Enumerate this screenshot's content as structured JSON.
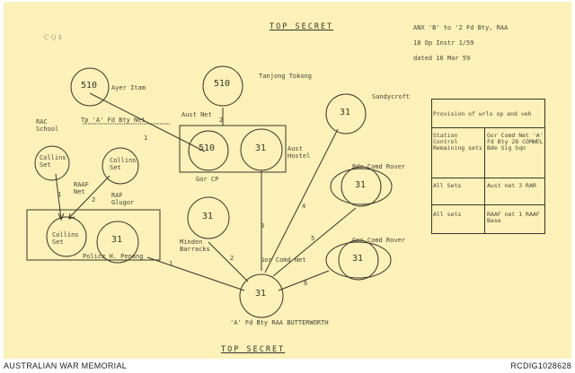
{
  "header": {
    "classification_top": "TOP SECRET",
    "ref_line1": "ANX 'B' to '2 Fd Bty, RAA",
    "ref_line2": "18 Op Instr 1/59",
    "ref_line3": "dated 16 Mar 59",
    "pencil_mark": "C Q 4"
  },
  "nodes": {
    "ayer_itam": {
      "num": "510",
      "label": "Ayer Itam"
    },
    "tanjong_tokong": {
      "num": "510",
      "label": "Tanjong Tokong"
    },
    "sandycroft": {
      "num": "31",
      "label": "Sandycroft"
    },
    "rac_school": {
      "label": "RAC\nSchool",
      "set": "Collins\nSet"
    },
    "raf_set": {
      "set": "Collins\nSet",
      "label": "RAAF\nNet"
    },
    "raf_glugor": {
      "label": "RAF\nGlugor"
    },
    "aust_hostel": {
      "label": "Aust\nHostel",
      "num": "31"
    },
    "gor_cp": {
      "num": "510",
      "label": "Gor CP"
    },
    "minden": {
      "num": "31",
      "label": "Minden\nBarracks"
    },
    "police": {
      "set": "Collins\nSet",
      "num": "31",
      "label": "Police H. Penang"
    },
    "bde_rover": {
      "num": "31",
      "label": "Bde Comd Rover"
    },
    "gor_rover": {
      "num": "31",
      "label": "Gor Comd Rover"
    },
    "battery": {
      "num": "31",
      "label": "'A' Fd Bty RAA BUTTERWORTH"
    },
    "gor_net": {
      "label": "Gor Comd Net"
    }
  },
  "link_labels": {
    "tp_net": "Tp 'A' Fd Bty Net",
    "aust_net": "Aust Net",
    "l1": "1",
    "l1b": "1",
    "l2": "2",
    "l2b": "2",
    "l2c": "2",
    "l3": "3",
    "l4": "4",
    "l5": "5",
    "l6": "6",
    "l1c": "1"
  },
  "table": {
    "title": "Provision of wrls op and veh",
    "rows": [
      {
        "left": "Station Control Remaining sets",
        "right": "Gor Comd Net 'A' Fd Bty 28 COMWEL Bde Sig Sqn"
      },
      {
        "left": "All Sets",
        "right": "Aust net 3 RAR"
      },
      {
        "left": "All sets",
        "right": "RAAF net 1 RAAF Base"
      }
    ]
  },
  "footer": {
    "classification_bottom": "TOP SECRET",
    "left": "AUSTRALIAN WAR MEMORIAL",
    "right": "RCDIG1028628"
  }
}
